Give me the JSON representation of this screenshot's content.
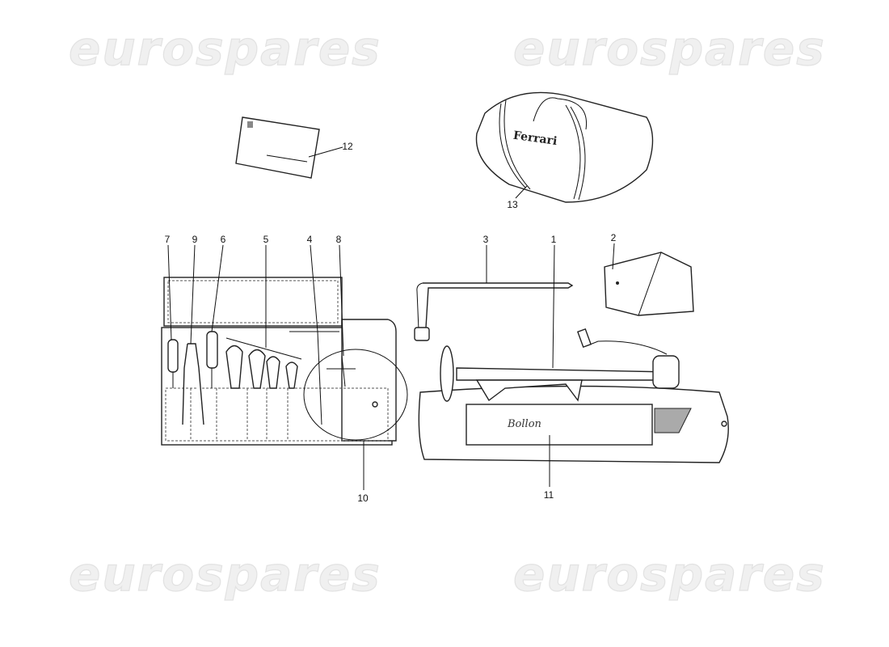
{
  "watermark": "eurospares",
  "bag_logo": "Ferrari",
  "jack_bag_logo": "Bollon",
  "callouts": {
    "c1": "1",
    "c2": "2",
    "c3": "3",
    "c4": "4",
    "c5": "5",
    "c6": "6",
    "c7": "7",
    "c8": "8",
    "c9": "9",
    "c10": "10",
    "c11": "11",
    "c12": "12",
    "c13": "13"
  }
}
